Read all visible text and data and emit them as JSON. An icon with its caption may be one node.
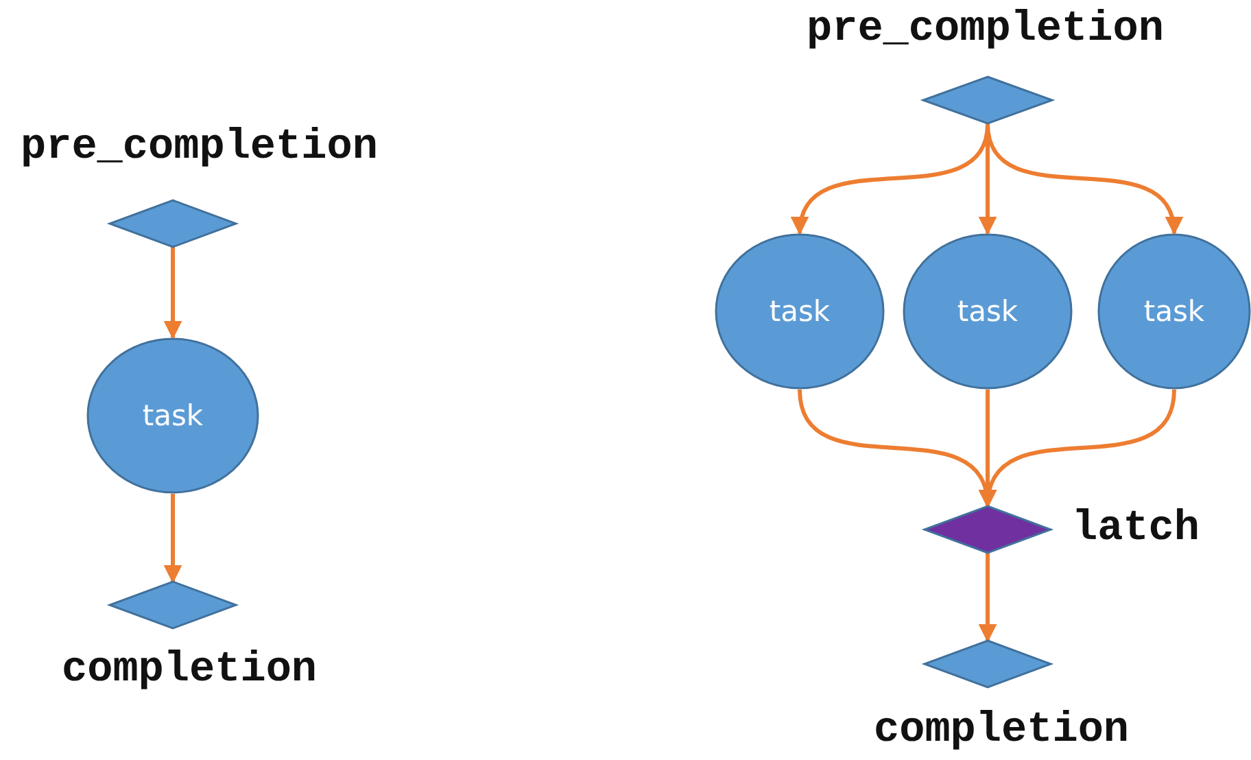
{
  "diagram": {
    "nodes": [
      {
        "text": [
          "pre_completion"
        ]
      },
      {
        "text": [
          "task"
        ]
      },
      {
        "text": [
          "completion"
        ]
      },
      {
        "text": [
          "pre_completion"
        ]
      },
      {
        "text": [
          "task"
        ]
      },
      {
        "text": [
          "task"
        ]
      },
      {
        "text": [
          "task"
        ]
      },
      {
        "text": [
          "latch"
        ]
      },
      {
        "text": [
          "completion"
        ]
      }
    ],
    "edges": [
      {
        "from": 0,
        "to": 1,
        "arrow": "to"
      },
      {
        "from": 1,
        "to": 2,
        "arrow": "to"
      },
      {
        "from": 3,
        "to": 4,
        "arrow": "to"
      },
      {
        "from": 3,
        "to": 5,
        "arrow": "to"
      },
      {
        "from": 3,
        "to": 6,
        "arrow": "to"
      },
      {
        "from": 4,
        "to": 7,
        "arrow": "to"
      },
      {
        "from": 5,
        "to": 7,
        "arrow": "to"
      },
      {
        "from": 6,
        "to": 7,
        "arrow": "to"
      },
      {
        "from": 7,
        "to": 8,
        "arrow": "to"
      }
    ]
  }
}
